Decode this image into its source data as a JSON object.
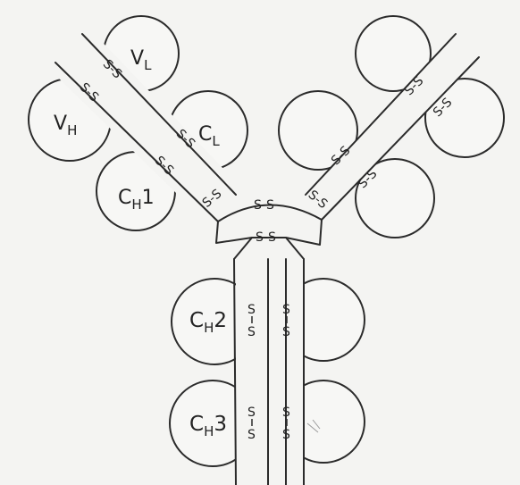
{
  "figure": {
    "corner_text": "",
    "domains": {
      "VL": {
        "main": "V",
        "sub": "L"
      },
      "VH": {
        "main": "V",
        "sub": "H"
      },
      "CL": {
        "main": "C",
        "sub": "L"
      },
      "CH1": {
        "main": "C",
        "sub": "H",
        "suffix": "1"
      },
      "CH2": {
        "main": "C",
        "sub": "H",
        "suffix": "2"
      },
      "CH3": {
        "main": "C",
        "sub": "H",
        "suffix": "3"
      }
    },
    "disulfide_label": "S-S",
    "sulfur": "S"
  }
}
